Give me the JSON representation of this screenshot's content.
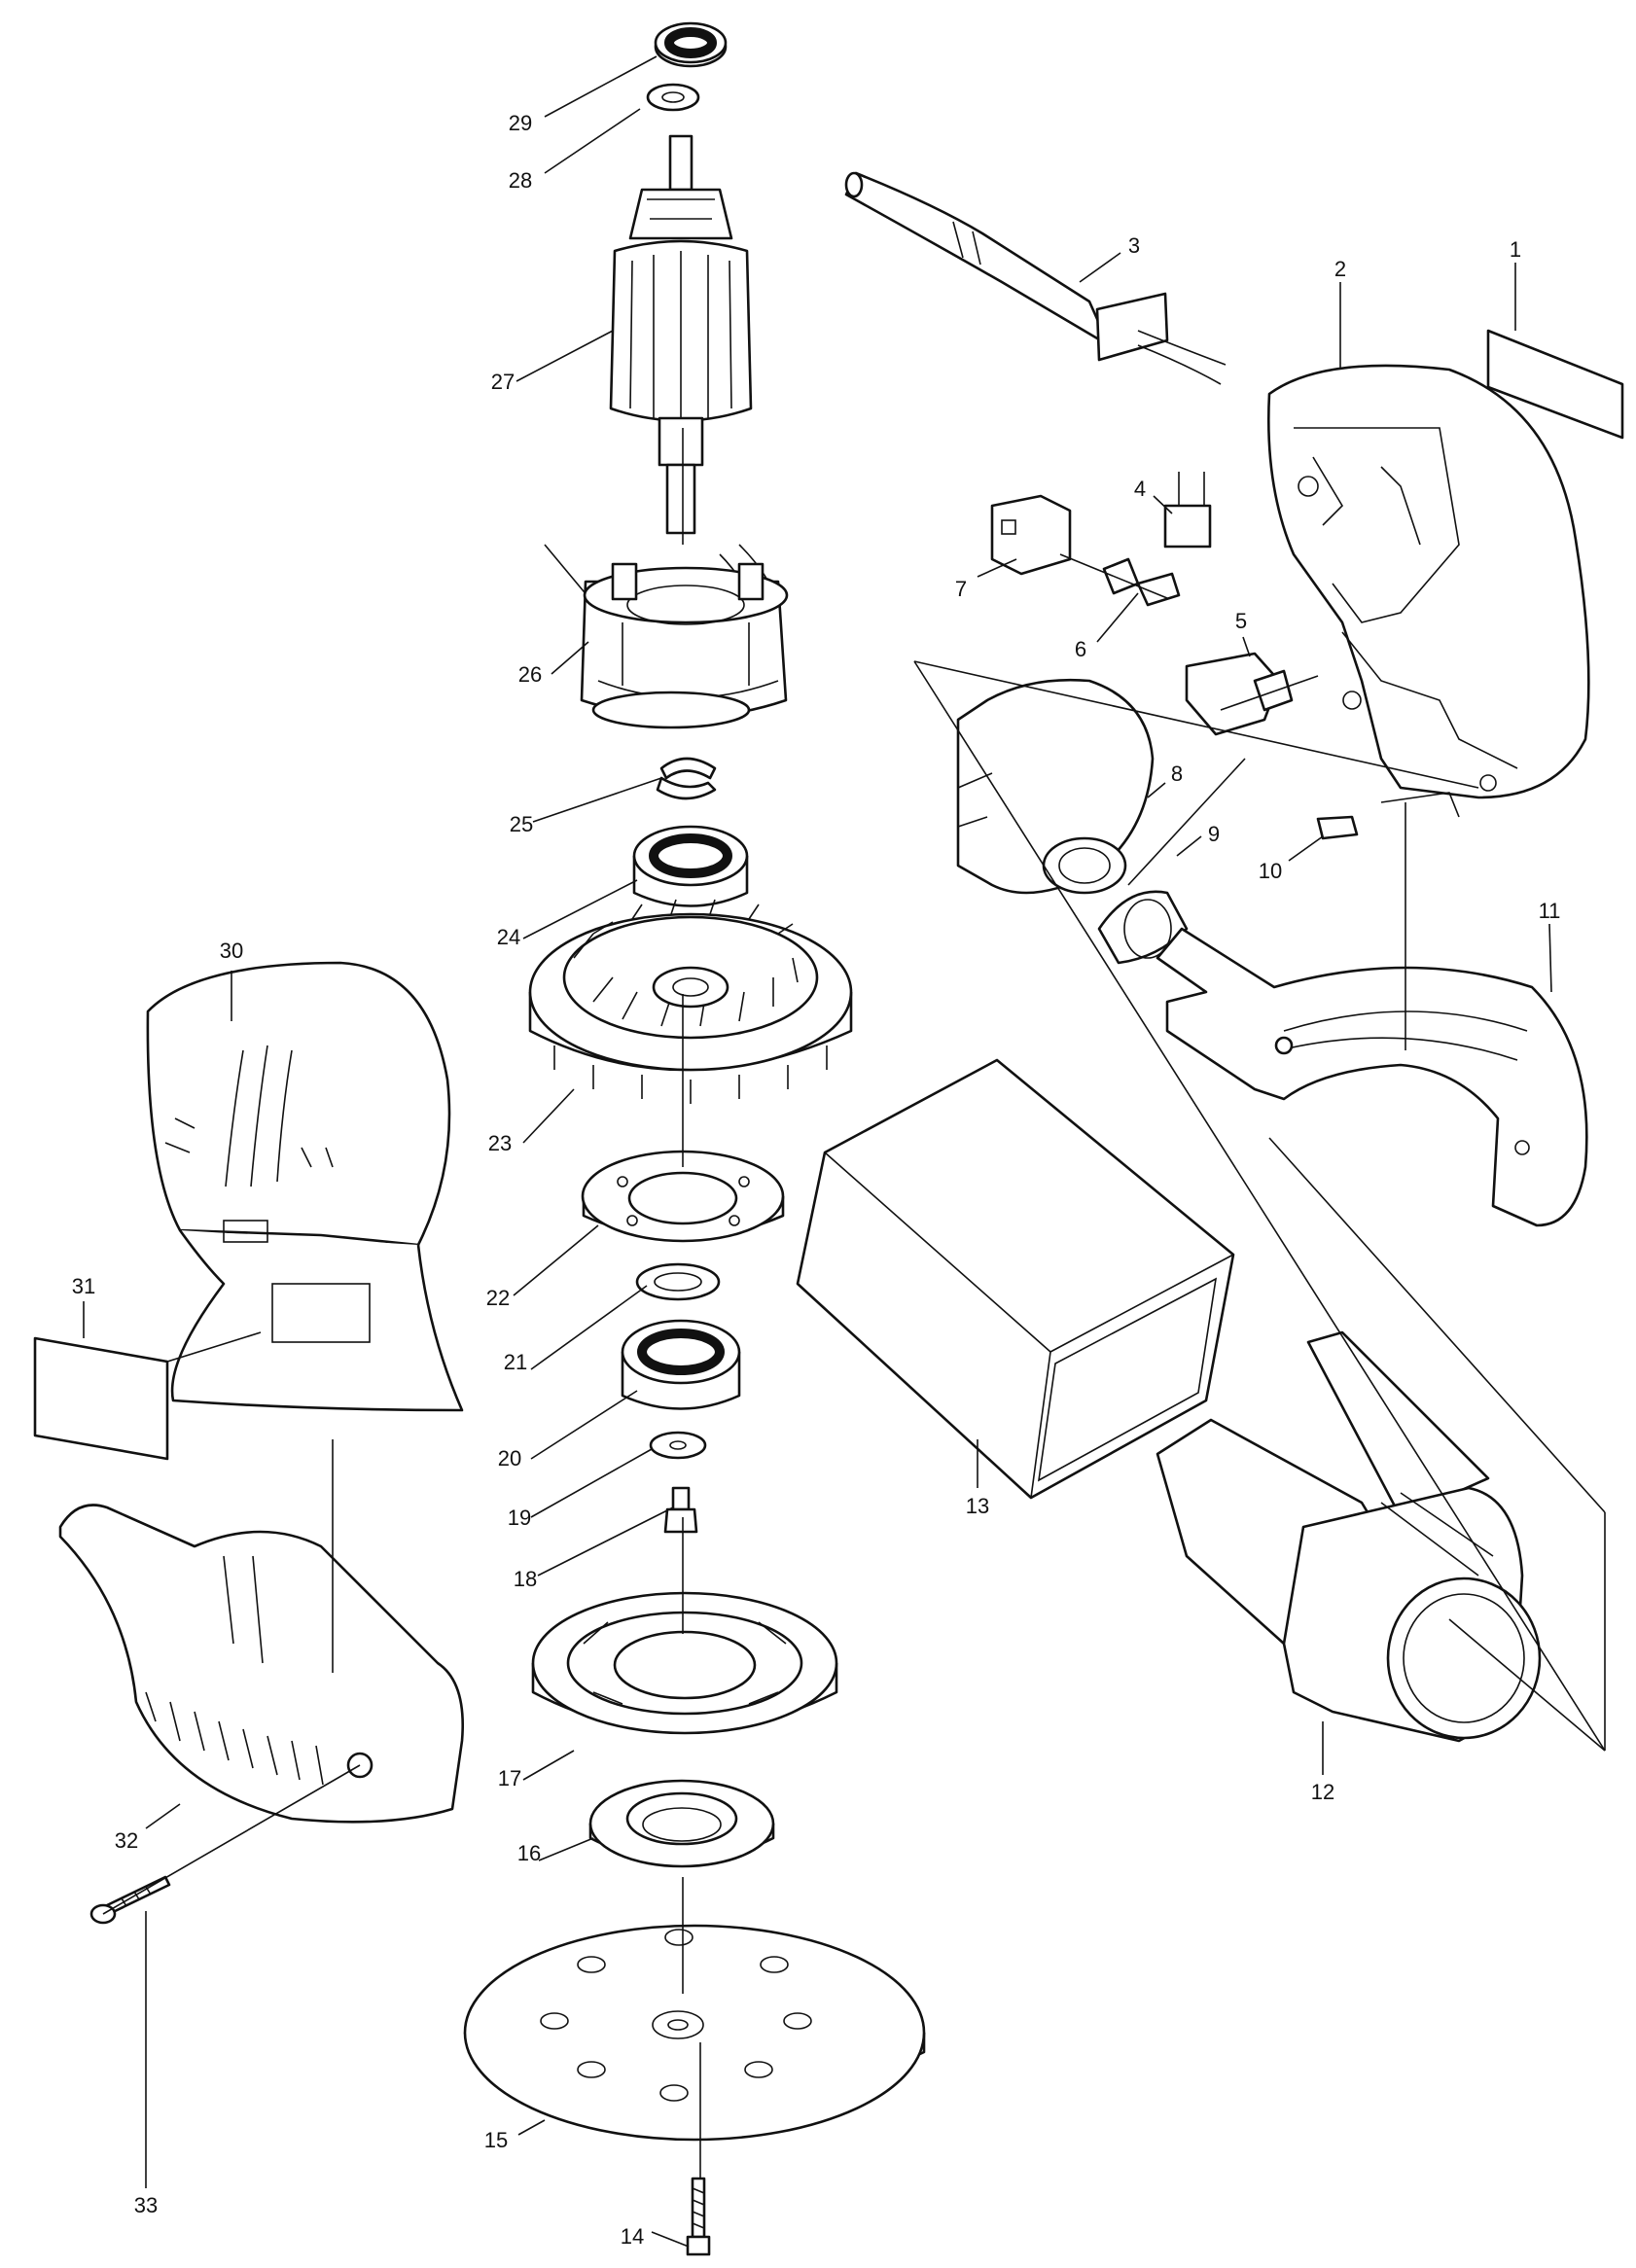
{
  "diagram": {
    "part_labels": [
      "1",
      "2",
      "3",
      "4",
      "5",
      "6",
      "7",
      "8",
      "9",
      "10",
      "11",
      "12",
      "13",
      "14",
      "15",
      "16",
      "17",
      "18",
      "19",
      "20",
      "21",
      "22",
      "23",
      "24",
      "25",
      "26",
      "27",
      "28",
      "29",
      "30",
      "31",
      "32",
      "33"
    ]
  }
}
